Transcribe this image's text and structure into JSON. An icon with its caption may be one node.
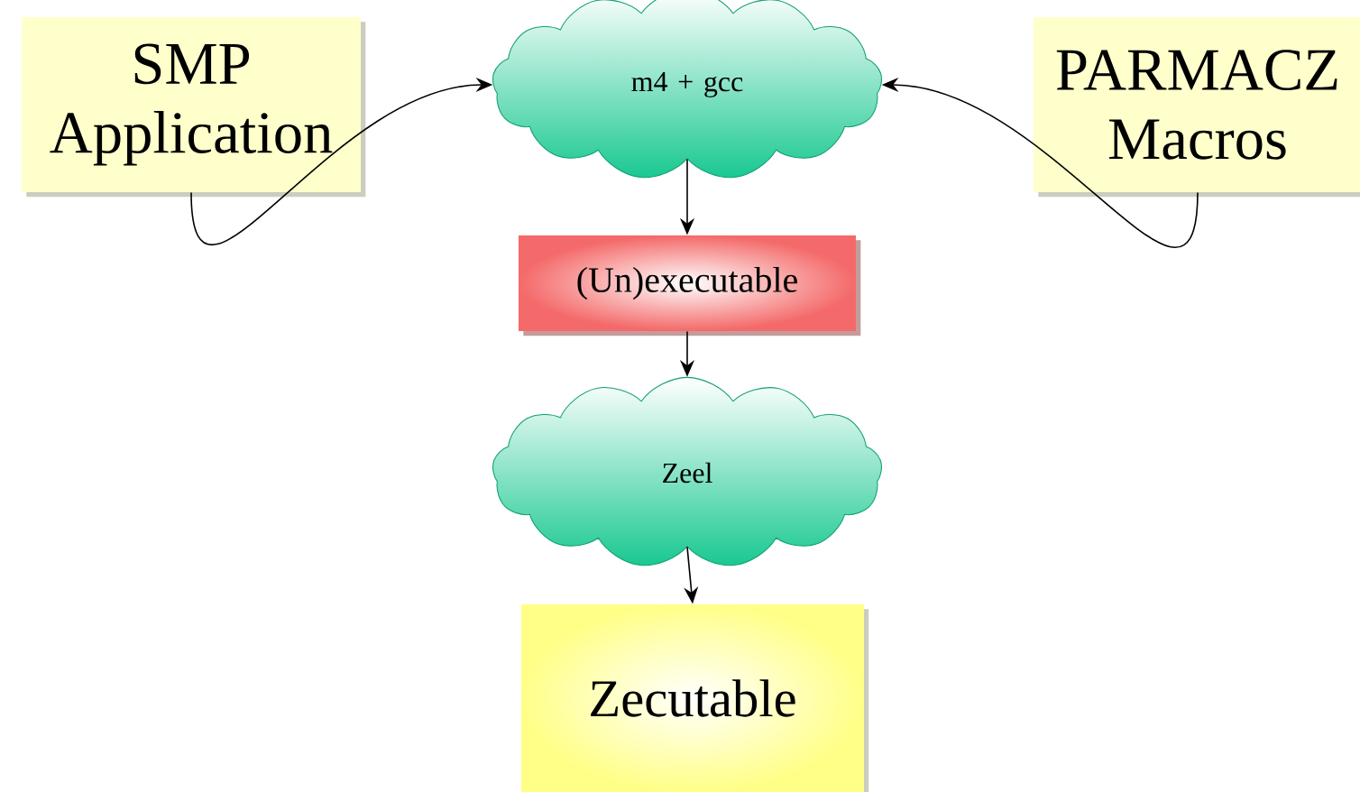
{
  "diagram": {
    "nodes": [
      {
        "text": [
          "SMP Application"
        ]
      },
      {
        "text": [
          "m4 + gcc"
        ]
      },
      {
        "text": [
          "PARMACZ Macros"
        ]
      },
      {
        "text": [
          "(Un)executable"
        ]
      },
      {
        "text": [
          "Zeel"
        ]
      },
      {
        "text": [
          "Zecutable"
        ]
      }
    ],
    "edges": [
      {
        "from": 0,
        "to": 1,
        "arrow": "to"
      },
      {
        "from": 2,
        "to": 1,
        "arrow": "to"
      },
      {
        "from": 1,
        "to": 3,
        "arrow": "to"
      },
      {
        "from": 3,
        "to": 4,
        "arrow": "to"
      },
      {
        "from": 4,
        "to": 5,
        "arrow": "to"
      }
    ]
  }
}
